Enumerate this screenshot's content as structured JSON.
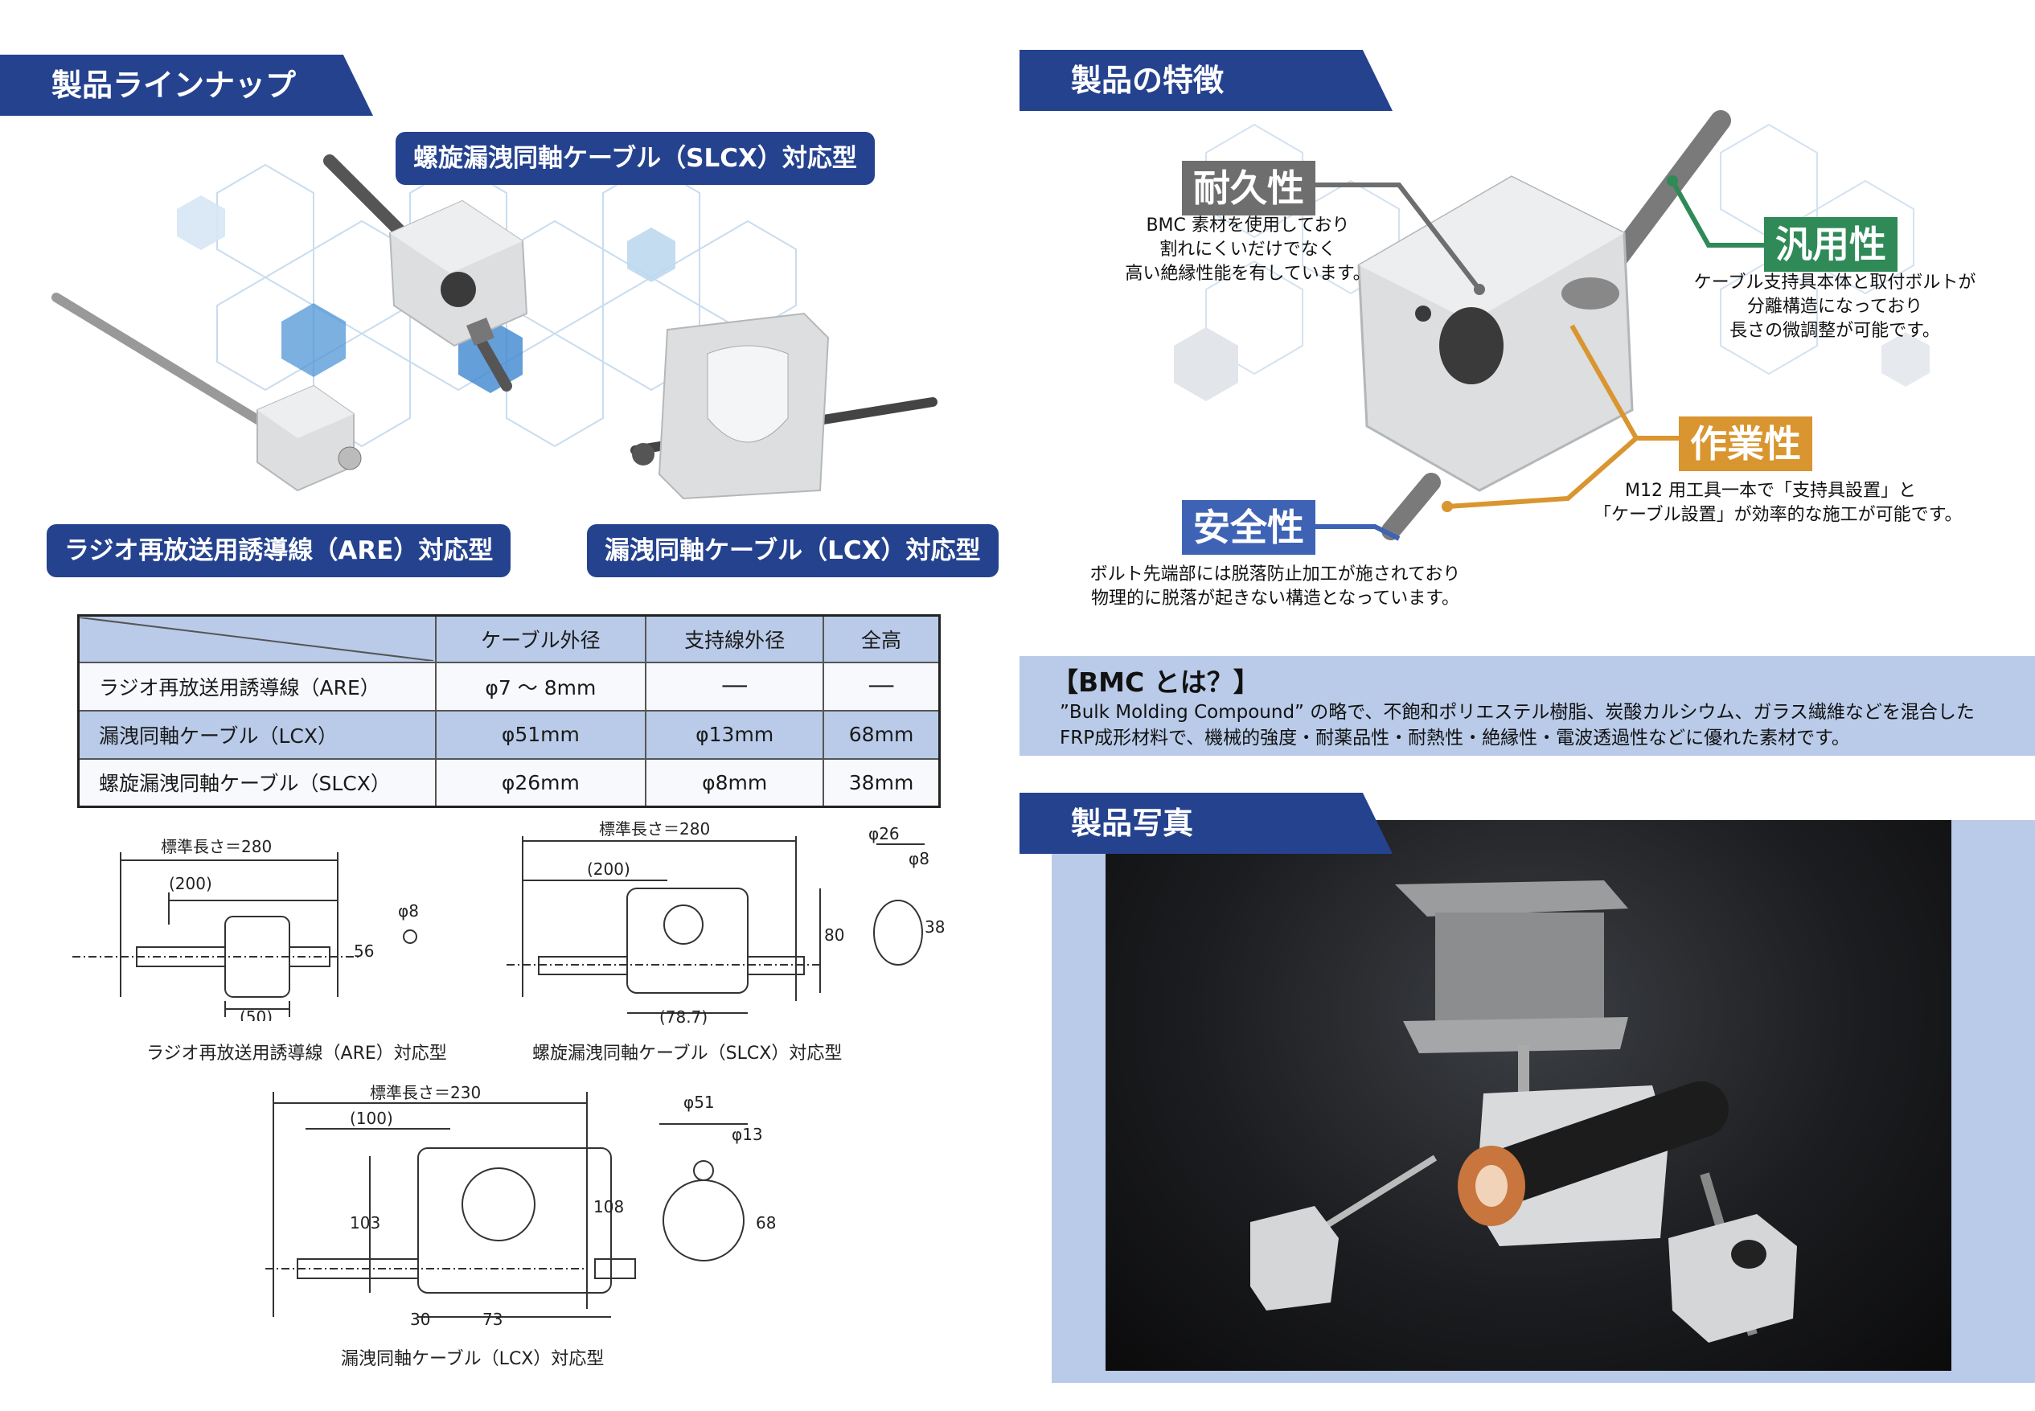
{
  "left": {
    "banner_lineup": "製品ラインナップ",
    "labels": {
      "slcx": "螺旋漏洩同軸ケーブル（SLCX）対応型",
      "are": "ラジオ再放送用誘導線（ARE）対応型",
      "lcx": "漏洩同軸ケーブル（LCX）対応型"
    },
    "table": {
      "headers": [
        "ケーブル外径",
        "支持線外径",
        "全高"
      ],
      "rows": [
        {
          "name": "ラジオ再放送用誘導線（ARE）",
          "cable": "φ7 ～ 8mm",
          "support": "──",
          "height": "──"
        },
        {
          "name": "漏洩同軸ケーブル（LCX）",
          "cable": "φ51mm",
          "support": "φ13mm",
          "height": "68mm"
        },
        {
          "name": "螺旋漏洩同軸ケーブル（SLCX）",
          "cable": "φ26mm",
          "support": "φ8mm",
          "height": "38mm"
        }
      ]
    },
    "drawings": {
      "are": {
        "caption": "ラジオ再放送用誘導線（ARE）対応型",
        "std_len": "標準長さ＝280",
        "d200": "(200)",
        "d50": "(50)",
        "h56": "56",
        "phi8": "φ8"
      },
      "slcx": {
        "caption": "螺旋漏洩同軸ケーブル（SLCX）対応型",
        "std_len": "標準長さ＝280",
        "d200": "(200)",
        "d787": "(78.7)",
        "h80": "80",
        "phi26": "φ26",
        "phi8": "φ8",
        "h38": "38"
      },
      "lcx": {
        "caption": "漏洩同軸ケーブル（LCX）対応型",
        "std_len": "標準長さ＝230",
        "d100": "(100)",
        "h103": "103",
        "h108": "108",
        "d30": "30",
        "d73": "73",
        "phi51": "φ51",
        "phi13": "φ13",
        "h68": "68"
      }
    }
  },
  "right": {
    "banner_features": "製品の特徴",
    "features": {
      "durability": {
        "label": "耐久性",
        "lines": [
          "BMC 素材を使用しており",
          "割れにくいだけでなく",
          "高い絶縁性能を有しています。"
        ]
      },
      "versatility": {
        "label": "汎用性",
        "lines": [
          "ケーブル支持具本体と取付ボルトが",
          "分離構造になっており",
          "長さの微調整が可能です。"
        ]
      },
      "workability": {
        "label": "作業性",
        "lines": [
          "M12 用工具一本で「支持具設置」と",
          "「ケーブル設置」が効率的な施工が可能です。"
        ]
      },
      "safety": {
        "label": "安全性",
        "lines": [
          "ボルト先端部には脱落防止加工が施されており",
          "物理的に脱落が起きない構造となっています。"
        ]
      }
    },
    "bmc": {
      "title": "【BMC とは？】",
      "line1": "”Bulk Molding Compound” の略で、不飽和ポリエステル樹脂、炭酸カルシウム、ガラス繊維などを混合した",
      "line2": "FRP成形材料で、機械的強度・耐薬品性・耐熱性・絶縁性・電波透過性などに優れた素材です。"
    },
    "banner_photo": "製品写真"
  },
  "colors": {
    "navy": "#25428f",
    "light_blue": "#b9cbe8",
    "durability": "#6e6e6e",
    "versatility": "#2f8a57",
    "workability": "#d9952f",
    "safety": "#3e63b5"
  }
}
